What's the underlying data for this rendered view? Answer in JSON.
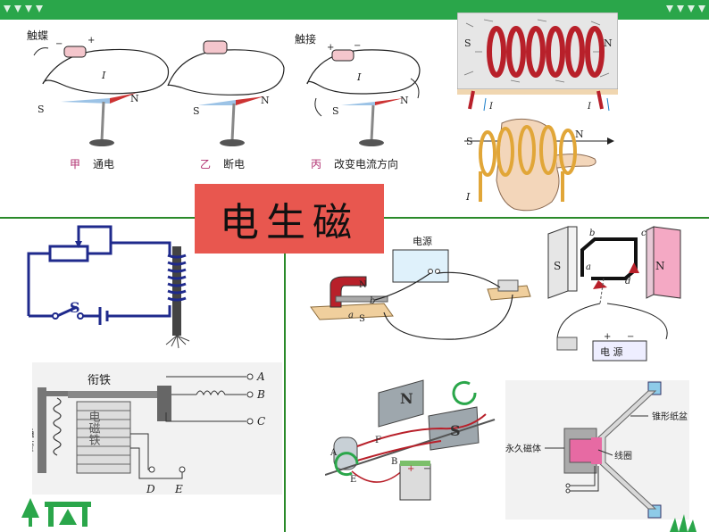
{
  "title": "电生磁",
  "oersted": {
    "labels": [
      "甲",
      "乙",
      "丙"
    ],
    "captions": [
      "通电",
      "断电",
      "改变电流方向"
    ],
    "touch_label": "触接",
    "touch_label_alt": "触蝶",
    "current_label": "I",
    "plus": "+",
    "minus": "−",
    "south": "S",
    "north": "N"
  },
  "solenoid_photo": {
    "south": "S",
    "north": "N",
    "current": "I"
  },
  "right_hand": {
    "south": "S",
    "north": "N",
    "current": "I"
  },
  "circuit_left": {
    "switch_label": "S"
  },
  "relay": {
    "armature_label": "衔铁",
    "spring_label": "弹簧",
    "electromagnet_label": "电磁铁",
    "terminals": [
      "A",
      "B",
      "C",
      "D",
      "E"
    ]
  },
  "force_experiment": {
    "power_label": "电源",
    "north": "N",
    "south": "S",
    "points": [
      "a",
      "b"
    ]
  },
  "motor_coil": {
    "south": "S",
    "north": "N",
    "points": [
      "a",
      "b",
      "c",
      "d"
    ],
    "power_label": "电 源",
    "plus": "+",
    "minus": "−"
  },
  "generator": {
    "labels": [
      "N",
      "S",
      "A",
      "B",
      "E",
      "F"
    ],
    "plus": "+",
    "minus": "−"
  },
  "speaker": {
    "magnet_label": "永久磁体",
    "coil_label": "线圈",
    "cone_label": "锥形纸盆"
  },
  "colors": {
    "header_green": "#2aa64a",
    "divider_green": "#2a8a2a",
    "title_red": "#e8574f",
    "circuit_blue": "#1f2a8c"
  }
}
